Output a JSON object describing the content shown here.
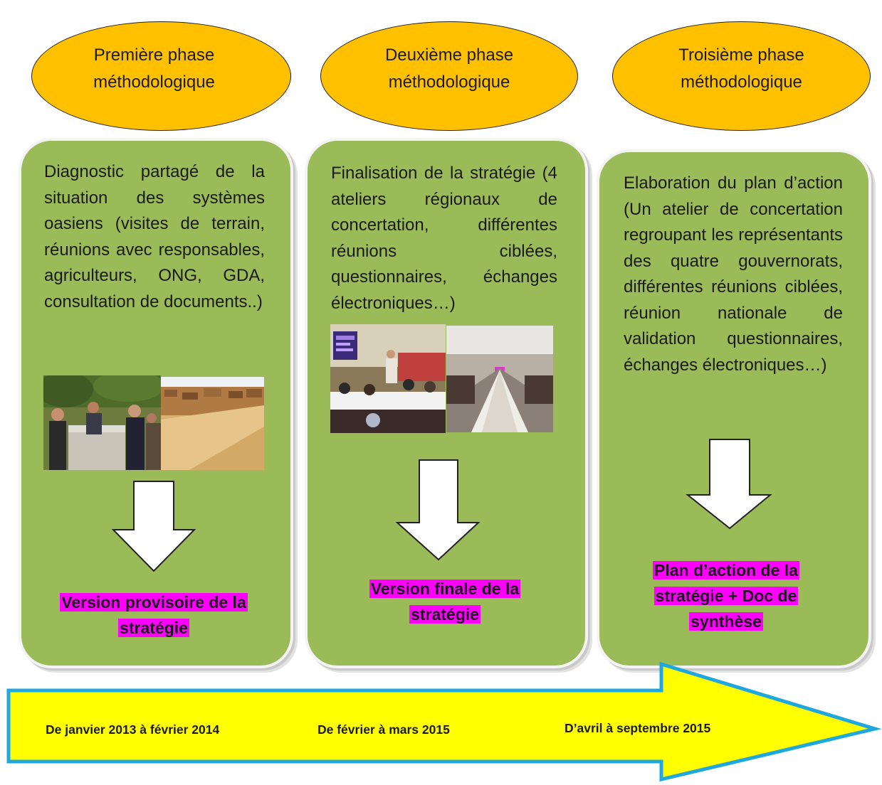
{
  "phases": [
    {
      "title": "Première phase\nméthodologique",
      "description": "Diagnostic partagé de la situation des systèmes oasiens (visites de terrain, réunions avec responsables, agriculteurs, ONG, GDA, consultation de documents..)",
      "output": "Version provisoire de la stratégie",
      "period": "De janvier 2013 à février 2014"
    },
    {
      "title": "Deuxième phase\nméthodologique",
      "description": "Finalisation de la stratégie (4 ateliers régionaux de concertation, différentes réunions ciblées, questionnaires, échanges électroniques…)",
      "output": "Version finale de la stratégie",
      "period": "De février  à mars 2015"
    },
    {
      "title": "Troisième phase\nméthodologique",
      "description": "Elaboration du plan d’action (Un atelier  de concertation regroupant les représentants des quatre gouvernorats, différentes réunions ciblées, réunion nationale de validation questionnaires, échanges électroniques…)",
      "output": "Plan d’action de la stratégie + Doc de synthèse",
      "period": "D’avril à septembre 2015"
    }
  ],
  "colors": {
    "ellipse_fill": "#ffc000",
    "card_fill": "#9bbb59",
    "highlight": "#ff00ff",
    "timeline_fill": "#ffff00",
    "timeline_border": "#1ea7e0"
  }
}
